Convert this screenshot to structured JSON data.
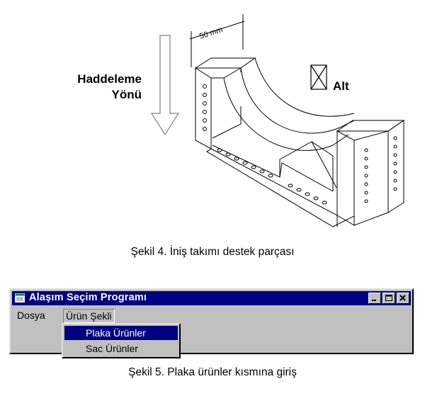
{
  "figure4": {
    "direction_line1": "Haddeleme",
    "direction_line2": "Yönü",
    "dimension": "50 mm",
    "bottom_marker": "Alt",
    "caption": "Şekil 4. İniş takımı destek parçası"
  },
  "window": {
    "title": "Alaşım Seçim Programı",
    "icon": "app-window-icon",
    "controls": [
      "minimize",
      "maximize",
      "close"
    ],
    "menu": {
      "dosya": "Dosya",
      "urun_sekli": "Ürün Şekli"
    },
    "dropdown": {
      "item1": "Plaka Ürünler",
      "item2": "Sac Ürünler",
      "selected": "Plaka Ürünler"
    },
    "colors": {
      "titlebar": "#000080",
      "face": "#c0c0c0",
      "highlight": "#000080"
    }
  },
  "figure5": {
    "caption": "Şekil 5. Plaka ürünler kısmına giriş"
  }
}
